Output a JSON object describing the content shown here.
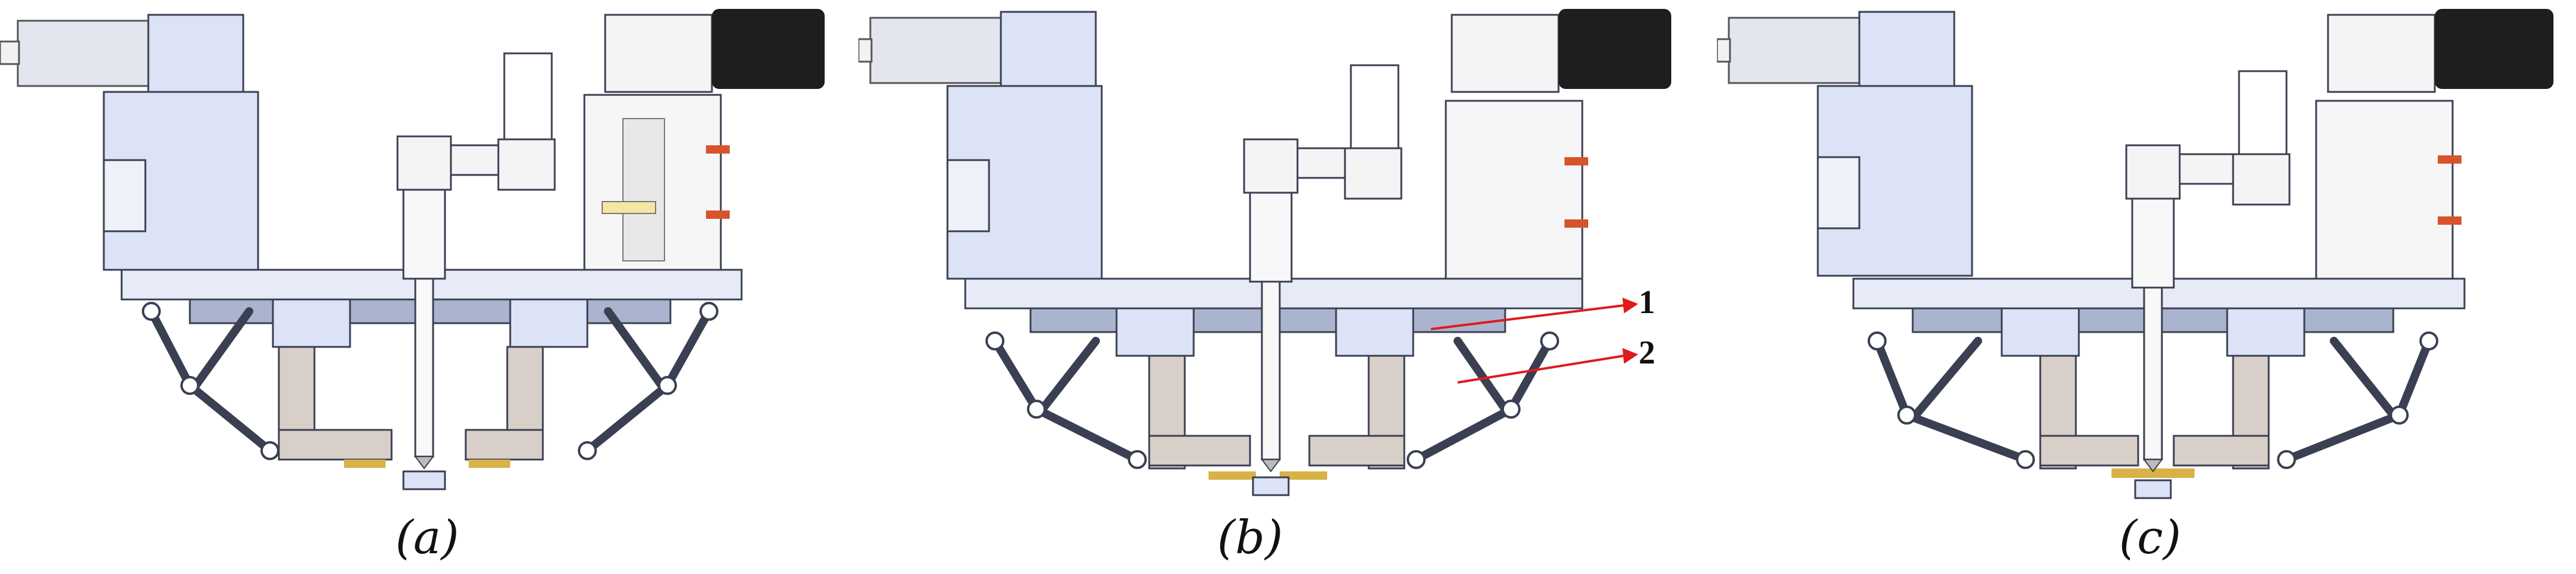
{
  "figure": {
    "panels": [
      {
        "caption": "(a)"
      },
      {
        "caption": "(b)"
      },
      {
        "caption": "(c)"
      }
    ],
    "callouts": [
      "1",
      "2"
    ],
    "colors": {
      "block": "#dce3f7",
      "block_stroke": "#3a3f52",
      "plate": "#e6ebf7",
      "link": "#aab4cf",
      "motor_dark": "#1e1e1e",
      "column": "#d9cfc9",
      "pad": "#d8b246",
      "accent": "#d8532c",
      "arrow": "#e01a1a"
    }
  }
}
